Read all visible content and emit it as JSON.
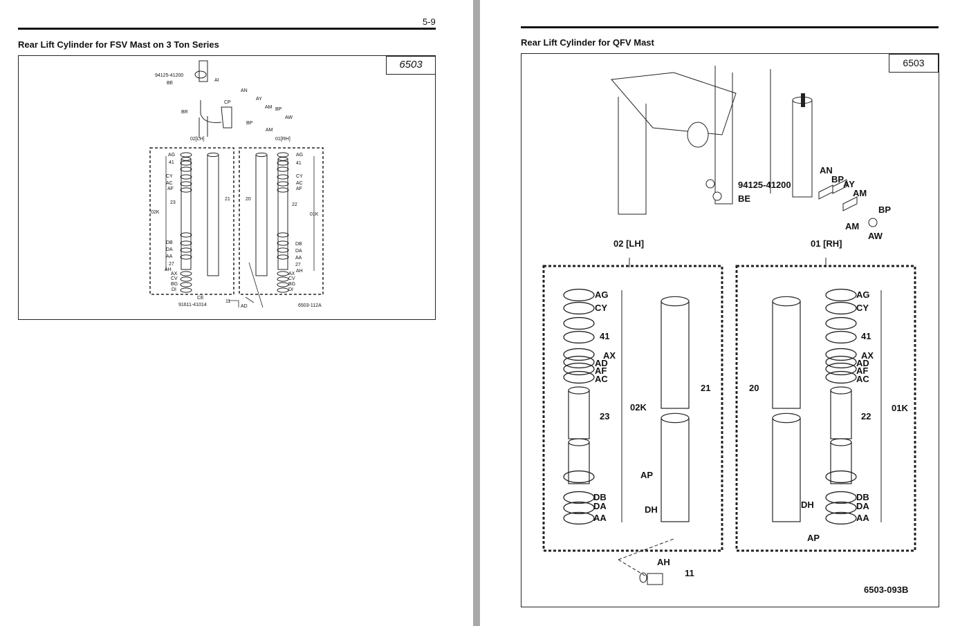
{
  "left_page": {
    "page_number": "5-9",
    "title": "Rear Lift Cylinder for FSV Mast on 3 Ton Series",
    "figure_tag": "6503",
    "figure_id": "6503-112A",
    "labels": [
      "94125-41200",
      "BE",
      "AI",
      "AN",
      "CP",
      "AY",
      "AM",
      "BP",
      "AW",
      "BR",
      "BP",
      "AM",
      "02[LH]",
      "01[RH]",
      "AG",
      "41",
      "CY",
      "AC",
      "AF",
      "23",
      "21",
      "02K",
      "DB",
      "DA",
      "AA",
      "27",
      "AH",
      "AX",
      "CV",
      "BG",
      "DI",
      "CE",
      "91611-41014",
      "11",
      "AD",
      "AG",
      "41",
      "CY",
      "AC",
      "AF",
      "20",
      "22",
      "01K",
      "DB",
      "DA",
      "AA",
      "27",
      "AH",
      "AX",
      "CV",
      "BG",
      "DI"
    ]
  },
  "right_page": {
    "title": "Rear Lift Cylinder for QFV Mast",
    "figure_tag": "6503",
    "figure_id": "6503-093B",
    "labels": [
      "94125-41200",
      "BE",
      "AN",
      "BP",
      "AY",
      "AM",
      "BP",
      "AM",
      "AW",
      "02 [LH]",
      "01 [RH]",
      "AG",
      "CY",
      "41",
      "AX",
      "AD",
      "AF",
      "AC",
      "02K",
      "23",
      "DB",
      "DA",
      "AA",
      "21",
      "AP",
      "DH",
      "AH",
      "11",
      "AG",
      "CY",
      "41",
      "AX",
      "AD",
      "AF",
      "AC",
      "01K",
      "22",
      "20",
      "DB",
      "DA",
      "AA",
      "DH",
      "AP"
    ]
  }
}
